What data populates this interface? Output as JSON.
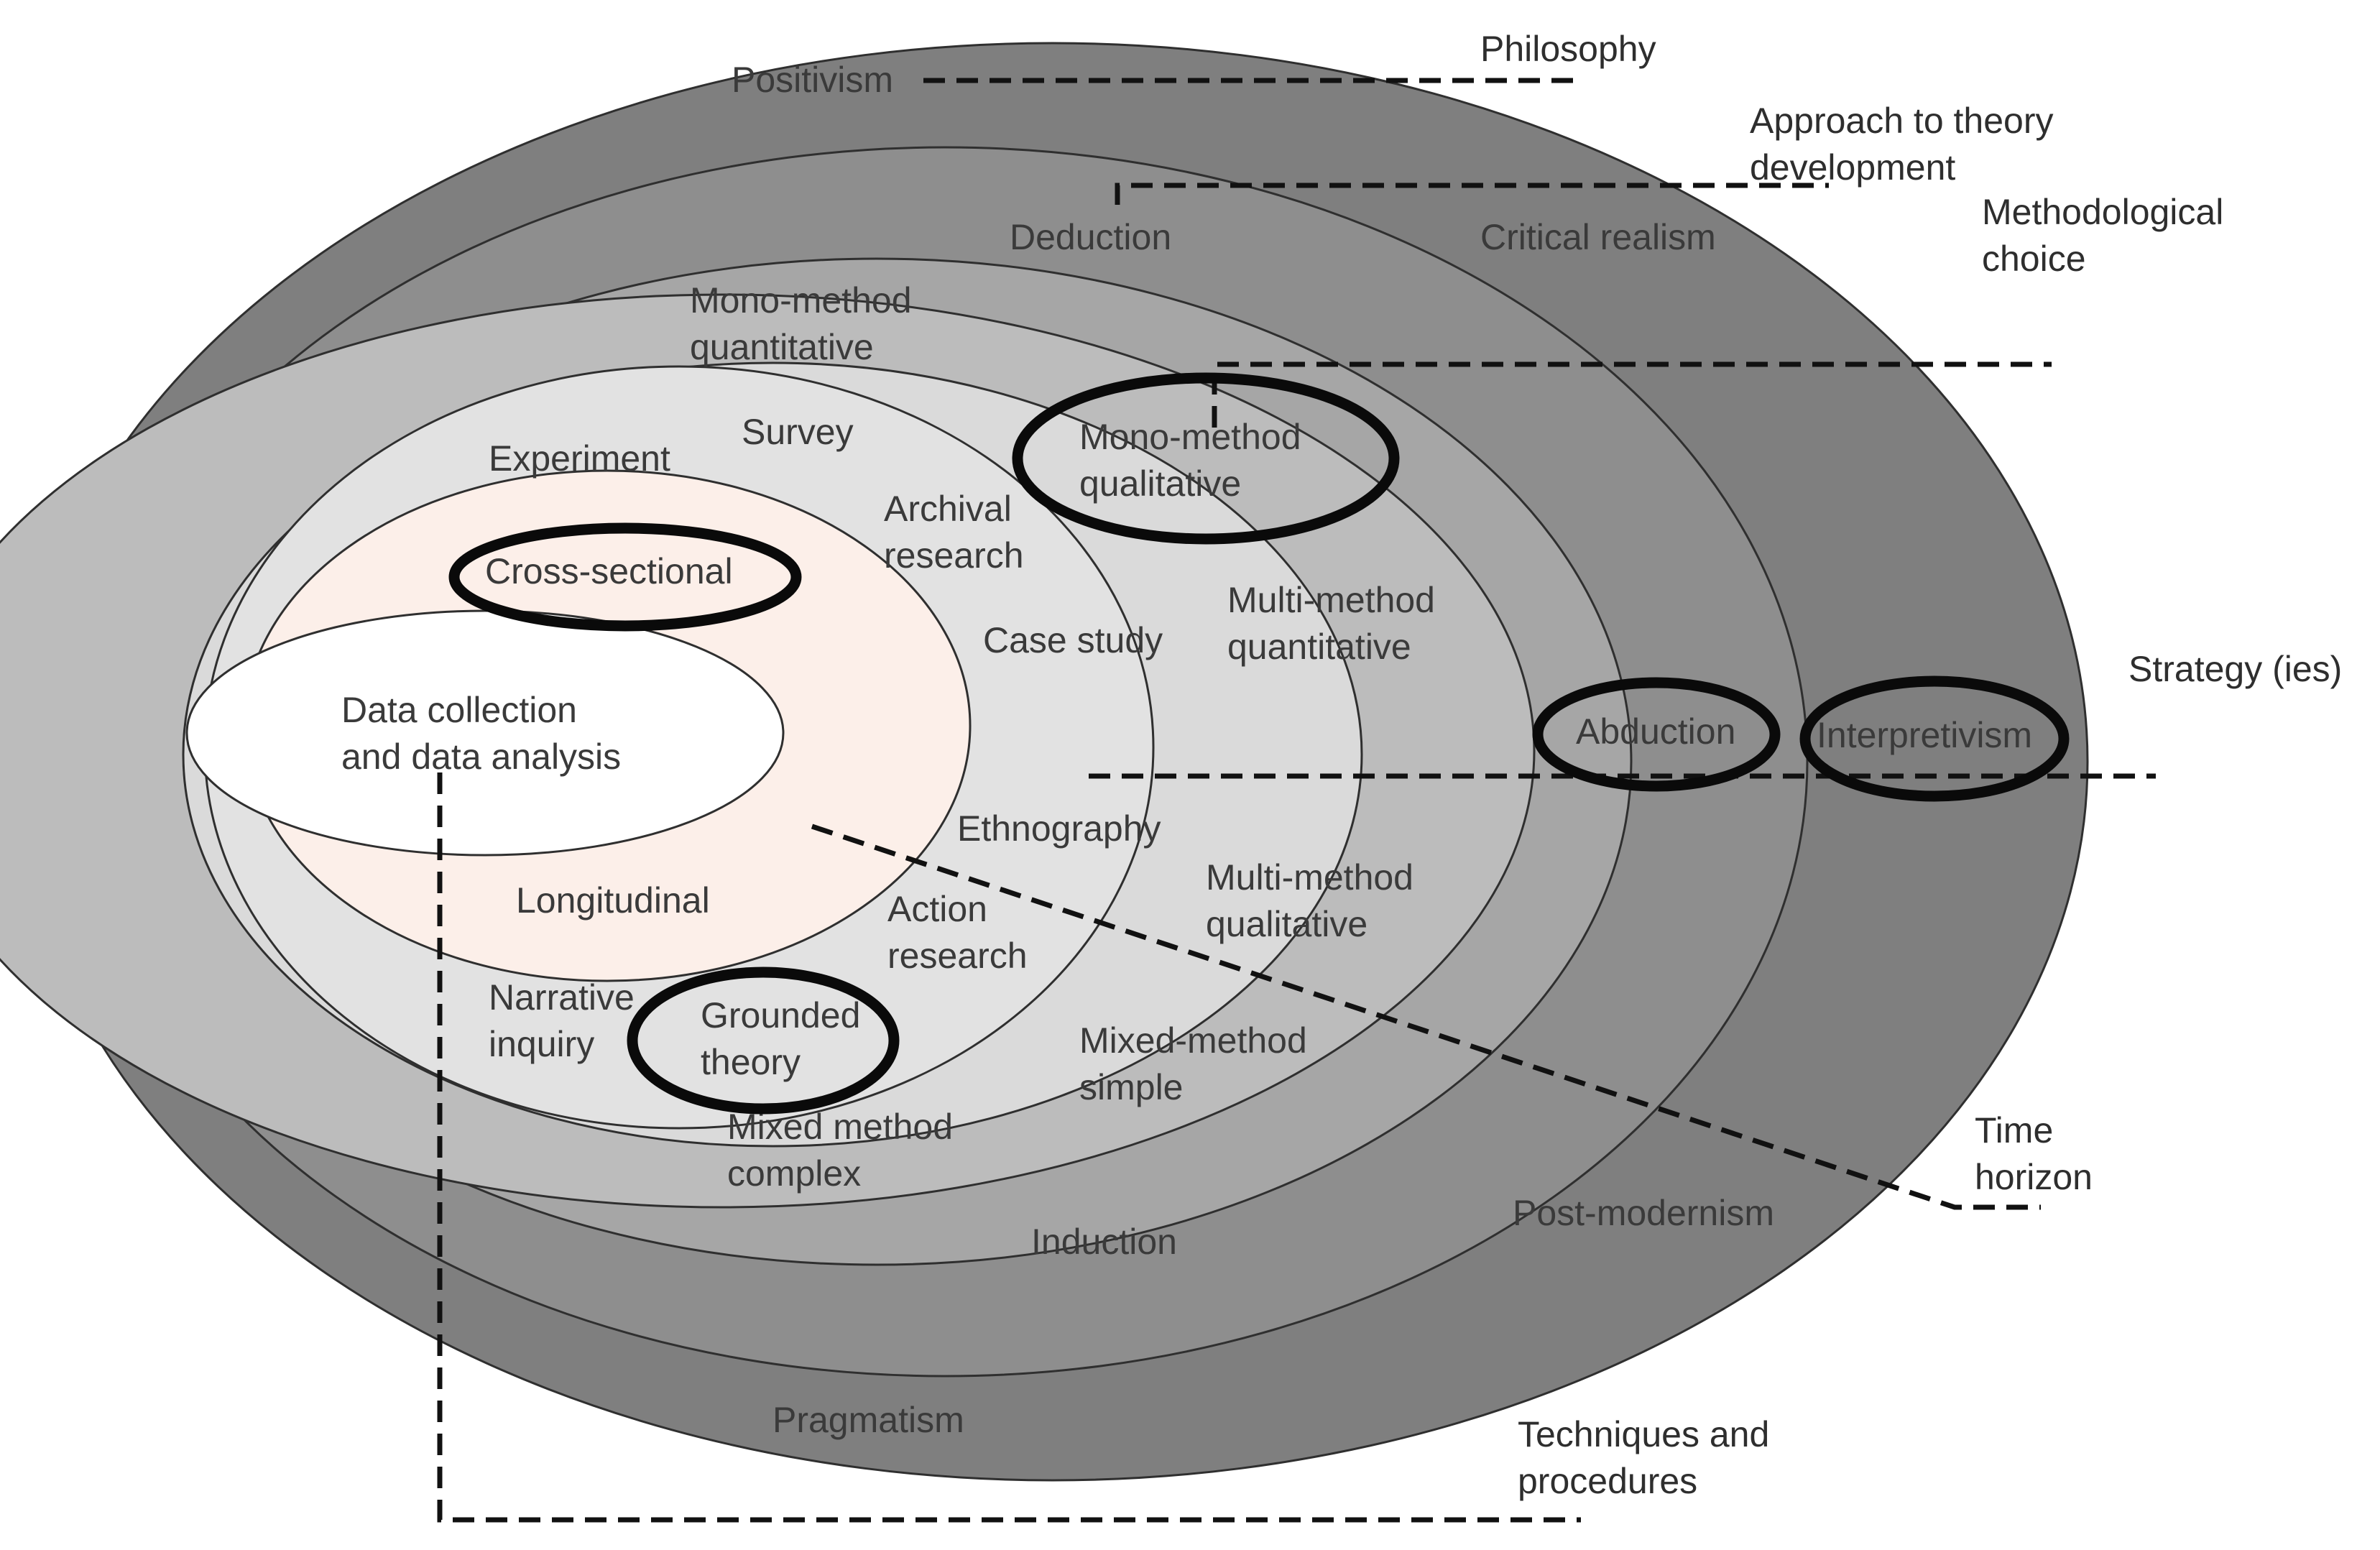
{
  "colors": {
    "philosophy_layer": "#7f7f7f",
    "approach_layer": "#8e8e8e",
    "methodological_layer": "#a6a6a6",
    "strategy_layer": "#cfcfcf",
    "time_horizon_layer": "#fcefe9",
    "core": "#ffffff",
    "highlight_outline": "#0a0a0a",
    "leader_lines": "#111111"
  },
  "layers": {
    "philosophy": "Philosophy",
    "approach": [
      "Approach to theory",
      "development"
    ],
    "methodological_choice": [
      "Methodological",
      "choice"
    ],
    "strategies": "Strategy (ies)",
    "time_horizon": [
      "Time",
      "horizon"
    ],
    "techniques": [
      "Techniques  and",
      "procedures"
    ]
  },
  "philosophies": {
    "positivism": "Positivism",
    "critical_realism": "Critical realism",
    "interpretivism": "Interpretivism",
    "postmodernism": "Post-modernism",
    "pragmatism": "Pragmatism"
  },
  "approaches": {
    "deduction": "Deduction",
    "abduction": "Abduction",
    "induction": "Induction"
  },
  "methodological_choices": {
    "mono_quant": [
      "Mono-method",
      "quantitative"
    ],
    "mono_qual": [
      "Mono-method",
      "qualitative"
    ],
    "multi_quant": [
      "Multi-method",
      "quantitative"
    ],
    "multi_qual": [
      "Multi-method",
      "qualitative"
    ],
    "mixed_simple": [
      "Mixed-method",
      "simple"
    ],
    "mixed_complex": [
      "Mixed method",
      "complex"
    ]
  },
  "strategies": {
    "experiment": "Experiment",
    "survey": "Survey",
    "archival": [
      "Archival",
      "research"
    ],
    "case_study": "Case study",
    "ethnography": "Ethnography",
    "action": [
      "Action",
      "research"
    ],
    "grounded": [
      "Grounded",
      "theory"
    ],
    "narrative": [
      "Narrative",
      "inquiry"
    ]
  },
  "time_horizons": {
    "cross_sectional": "Cross-sectional",
    "longitudinal": "Longitudinal"
  },
  "core": [
    "Data collection",
    "and data analysis"
  ]
}
